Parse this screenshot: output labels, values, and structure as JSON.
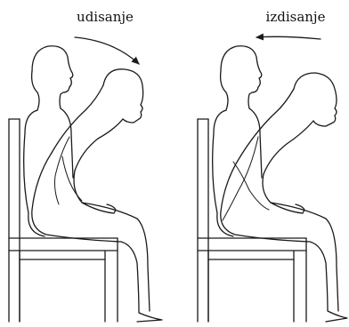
{
  "panels": [
    {
      "label": "udisanje",
      "arrow_direction": "right"
    },
    {
      "label": "izdisanje",
      "arrow_direction": "left"
    }
  ]
}
